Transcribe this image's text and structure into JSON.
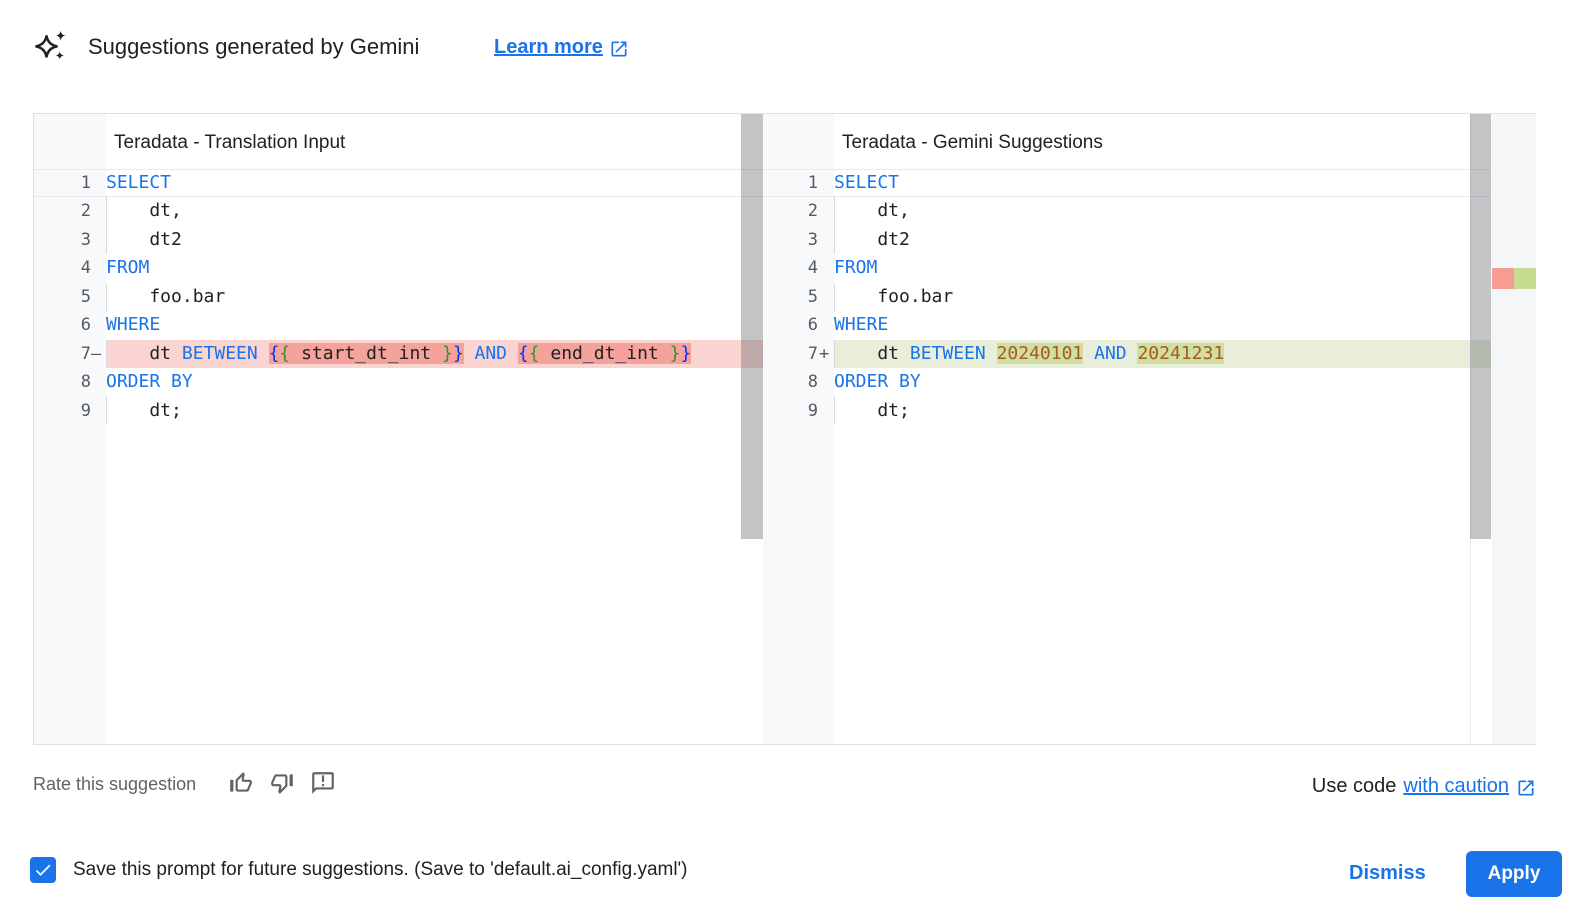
{
  "header": {
    "title": "Suggestions generated by Gemini",
    "learn_more_label": "Learn more"
  },
  "diff": {
    "left": {
      "title": "Teradata - Translation Input",
      "lines": [
        {
          "n": "1",
          "segs": [
            [
              "kw",
              "SELECT"
            ]
          ]
        },
        {
          "n": "2",
          "segs": [
            [
              "pl",
              "    dt,"
            ]
          ]
        },
        {
          "n": "3",
          "segs": [
            [
              "pl",
              "    dt2"
            ]
          ]
        },
        {
          "n": "4",
          "segs": [
            [
              "kw",
              "FROM"
            ]
          ]
        },
        {
          "n": "5",
          "segs": [
            [
              "pl",
              "    foo.bar"
            ]
          ]
        },
        {
          "n": "6",
          "segs": [
            [
              "kw",
              "WHERE"
            ]
          ]
        },
        {
          "n": "7",
          "sign": "—",
          "d": "removed",
          "segs": [
            [
              "pl",
              "    dt "
            ],
            [
              "kw",
              "BETWEEN"
            ],
            [
              "pl",
              " "
            ],
            [
              "b1",
              "{",
              "w"
            ],
            [
              "b2",
              "{",
              "w"
            ],
            [
              "pl",
              " start_dt_int ",
              "w"
            ],
            [
              "b2",
              "}",
              "w"
            ],
            [
              "b1",
              "}",
              "w"
            ],
            [
              "pl",
              " "
            ],
            [
              "kw",
              "AND"
            ],
            [
              "pl",
              " "
            ],
            [
              "b1",
              "{",
              "w"
            ],
            [
              "b2",
              "{",
              "w"
            ],
            [
              "pl",
              " end_dt_int ",
              "w"
            ],
            [
              "b2",
              "}",
              "w"
            ],
            [
              "b1",
              "}",
              "w"
            ]
          ]
        },
        {
          "n": "8",
          "segs": [
            [
              "kw",
              "ORDER BY"
            ]
          ]
        },
        {
          "n": "9",
          "segs": [
            [
              "pl",
              "    dt;"
            ]
          ]
        }
      ]
    },
    "right": {
      "title": "Teradata - Gemini Suggestions",
      "lines": [
        {
          "n": "1",
          "segs": [
            [
              "kw",
              "SELECT"
            ]
          ]
        },
        {
          "n": "2",
          "segs": [
            [
              "pl",
              "    dt,"
            ]
          ]
        },
        {
          "n": "3",
          "segs": [
            [
              "pl",
              "    dt2"
            ]
          ]
        },
        {
          "n": "4",
          "segs": [
            [
              "kw",
              "FROM"
            ]
          ]
        },
        {
          "n": "5",
          "segs": [
            [
              "pl",
              "    foo.bar"
            ]
          ]
        },
        {
          "n": "6",
          "segs": [
            [
              "kw",
              "WHERE"
            ]
          ]
        },
        {
          "n": "7",
          "sign": "+",
          "d": "added",
          "segs": [
            [
              "pl",
              "    dt "
            ],
            [
              "kw",
              "BETWEEN"
            ],
            [
              "pl",
              " "
            ],
            [
              "nm",
              "20240101",
              "w"
            ],
            [
              "pl",
              " "
            ],
            [
              "kw",
              "AND"
            ],
            [
              "pl",
              " "
            ],
            [
              "nm",
              "20241231",
              "w"
            ]
          ]
        },
        {
          "n": "8",
          "segs": [
            [
              "kw",
              "ORDER BY"
            ]
          ]
        },
        {
          "n": "9",
          "segs": [
            [
              "pl",
              "    dt;"
            ]
          ]
        }
      ]
    }
  },
  "footer": {
    "rate_label": "Rate this suggestion",
    "use_code_prefix": "Use code",
    "use_code_link": "with caution"
  },
  "actions": {
    "save_prompt_label": "Save this prompt for future suggestions. (Save to 'default.ai_config.yaml')",
    "checkbox_checked": true,
    "dismiss_label": "Dismiss",
    "apply_label": "Apply"
  },
  "colors": {
    "accent_blue": "#1a73e8",
    "keyword": "#1a73e8",
    "number_literal": "#a9591d",
    "bracket_outer": "#0431fa",
    "bracket_inner": "#319331",
    "removed_line_bg": "#fad4d0",
    "removed_word_bg": "#f5a29a",
    "added_line_bg": "#e9eedb",
    "added_word_bg": "#cfdfa2",
    "ruler_removed_mark": "#f89c93",
    "ruler_added_mark": "#c6dc8e",
    "gutter_bg": "#f8f9fa",
    "icon_gray": "#5f6368"
  }
}
